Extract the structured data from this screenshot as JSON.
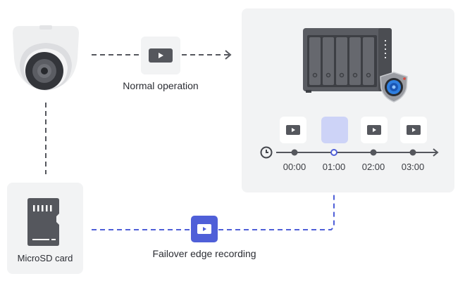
{
  "camera": {
    "icon": "dome-camera-icon"
  },
  "normal_path": {
    "label": "Normal operation",
    "icon": "video-play-icon",
    "line_color": "#55575d"
  },
  "server": {
    "icon": "nas-server-icon",
    "badge_icon": "surveillance-camera-shield-icon",
    "timeline": {
      "clock_icon": "clock-icon",
      "slots": [
        {
          "time": "00:00",
          "recorded": true
        },
        {
          "time": "01:00",
          "recorded": false,
          "failover": true
        },
        {
          "time": "02:00",
          "recorded": true
        },
        {
          "time": "03:00",
          "recorded": true
        }
      ]
    }
  },
  "sd_card": {
    "label": "MicroSD card",
    "icon": "microsd-card-icon"
  },
  "failover_path": {
    "label": "Failover edge recording",
    "icon": "video-play-icon",
    "accent_color": "#4f5fd8"
  }
}
